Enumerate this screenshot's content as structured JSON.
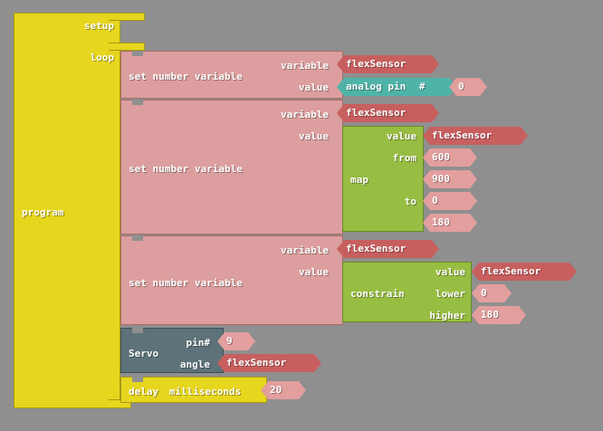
{
  "colors": {
    "background": "#8f8f8f",
    "program_block": "#e6d61e",
    "set_variable_block": "#dc9e9e",
    "variable_chip": "#c85f5f",
    "number_chip": "#e39e9e",
    "analog_pin_chip": "#4fb3a8",
    "math_block": "#98bd43",
    "servo_block": "#5d7279"
  },
  "program": {
    "label": "program",
    "setup_label": "setup",
    "loop_label": "loop"
  },
  "set1": {
    "label": "set number variable",
    "variable_label": "variable",
    "value_label": "value",
    "variable_name": "flexSensor",
    "analog": {
      "label": "analog pin",
      "hash": "#",
      "pin": "0"
    }
  },
  "set2": {
    "label": "set number variable",
    "variable_label": "variable",
    "value_label": "value",
    "variable_name": "flexSensor",
    "map": {
      "label": "map",
      "value_label": "value",
      "value_var": "flexSensor",
      "from_label": "from",
      "from_low": "600",
      "from_high": "900",
      "to_label": "to",
      "to_low": "0",
      "to_high": "180"
    }
  },
  "set3": {
    "label": "set number variable",
    "variable_label": "variable",
    "value_label": "value",
    "variable_name": "flexSensor",
    "constrain": {
      "label": "constrain",
      "value_label": "value",
      "value_var": "flexSensor",
      "lower_label": "lower",
      "lower": "0",
      "higher_label": "higher",
      "higher": "180"
    }
  },
  "servo": {
    "label": "Servo",
    "pin_label": "pin#",
    "pin": "9",
    "angle_label": "angle",
    "angle_var": "flexSensor"
  },
  "delay": {
    "label": "delay",
    "ms_label": "milliseconds",
    "value": "20"
  }
}
